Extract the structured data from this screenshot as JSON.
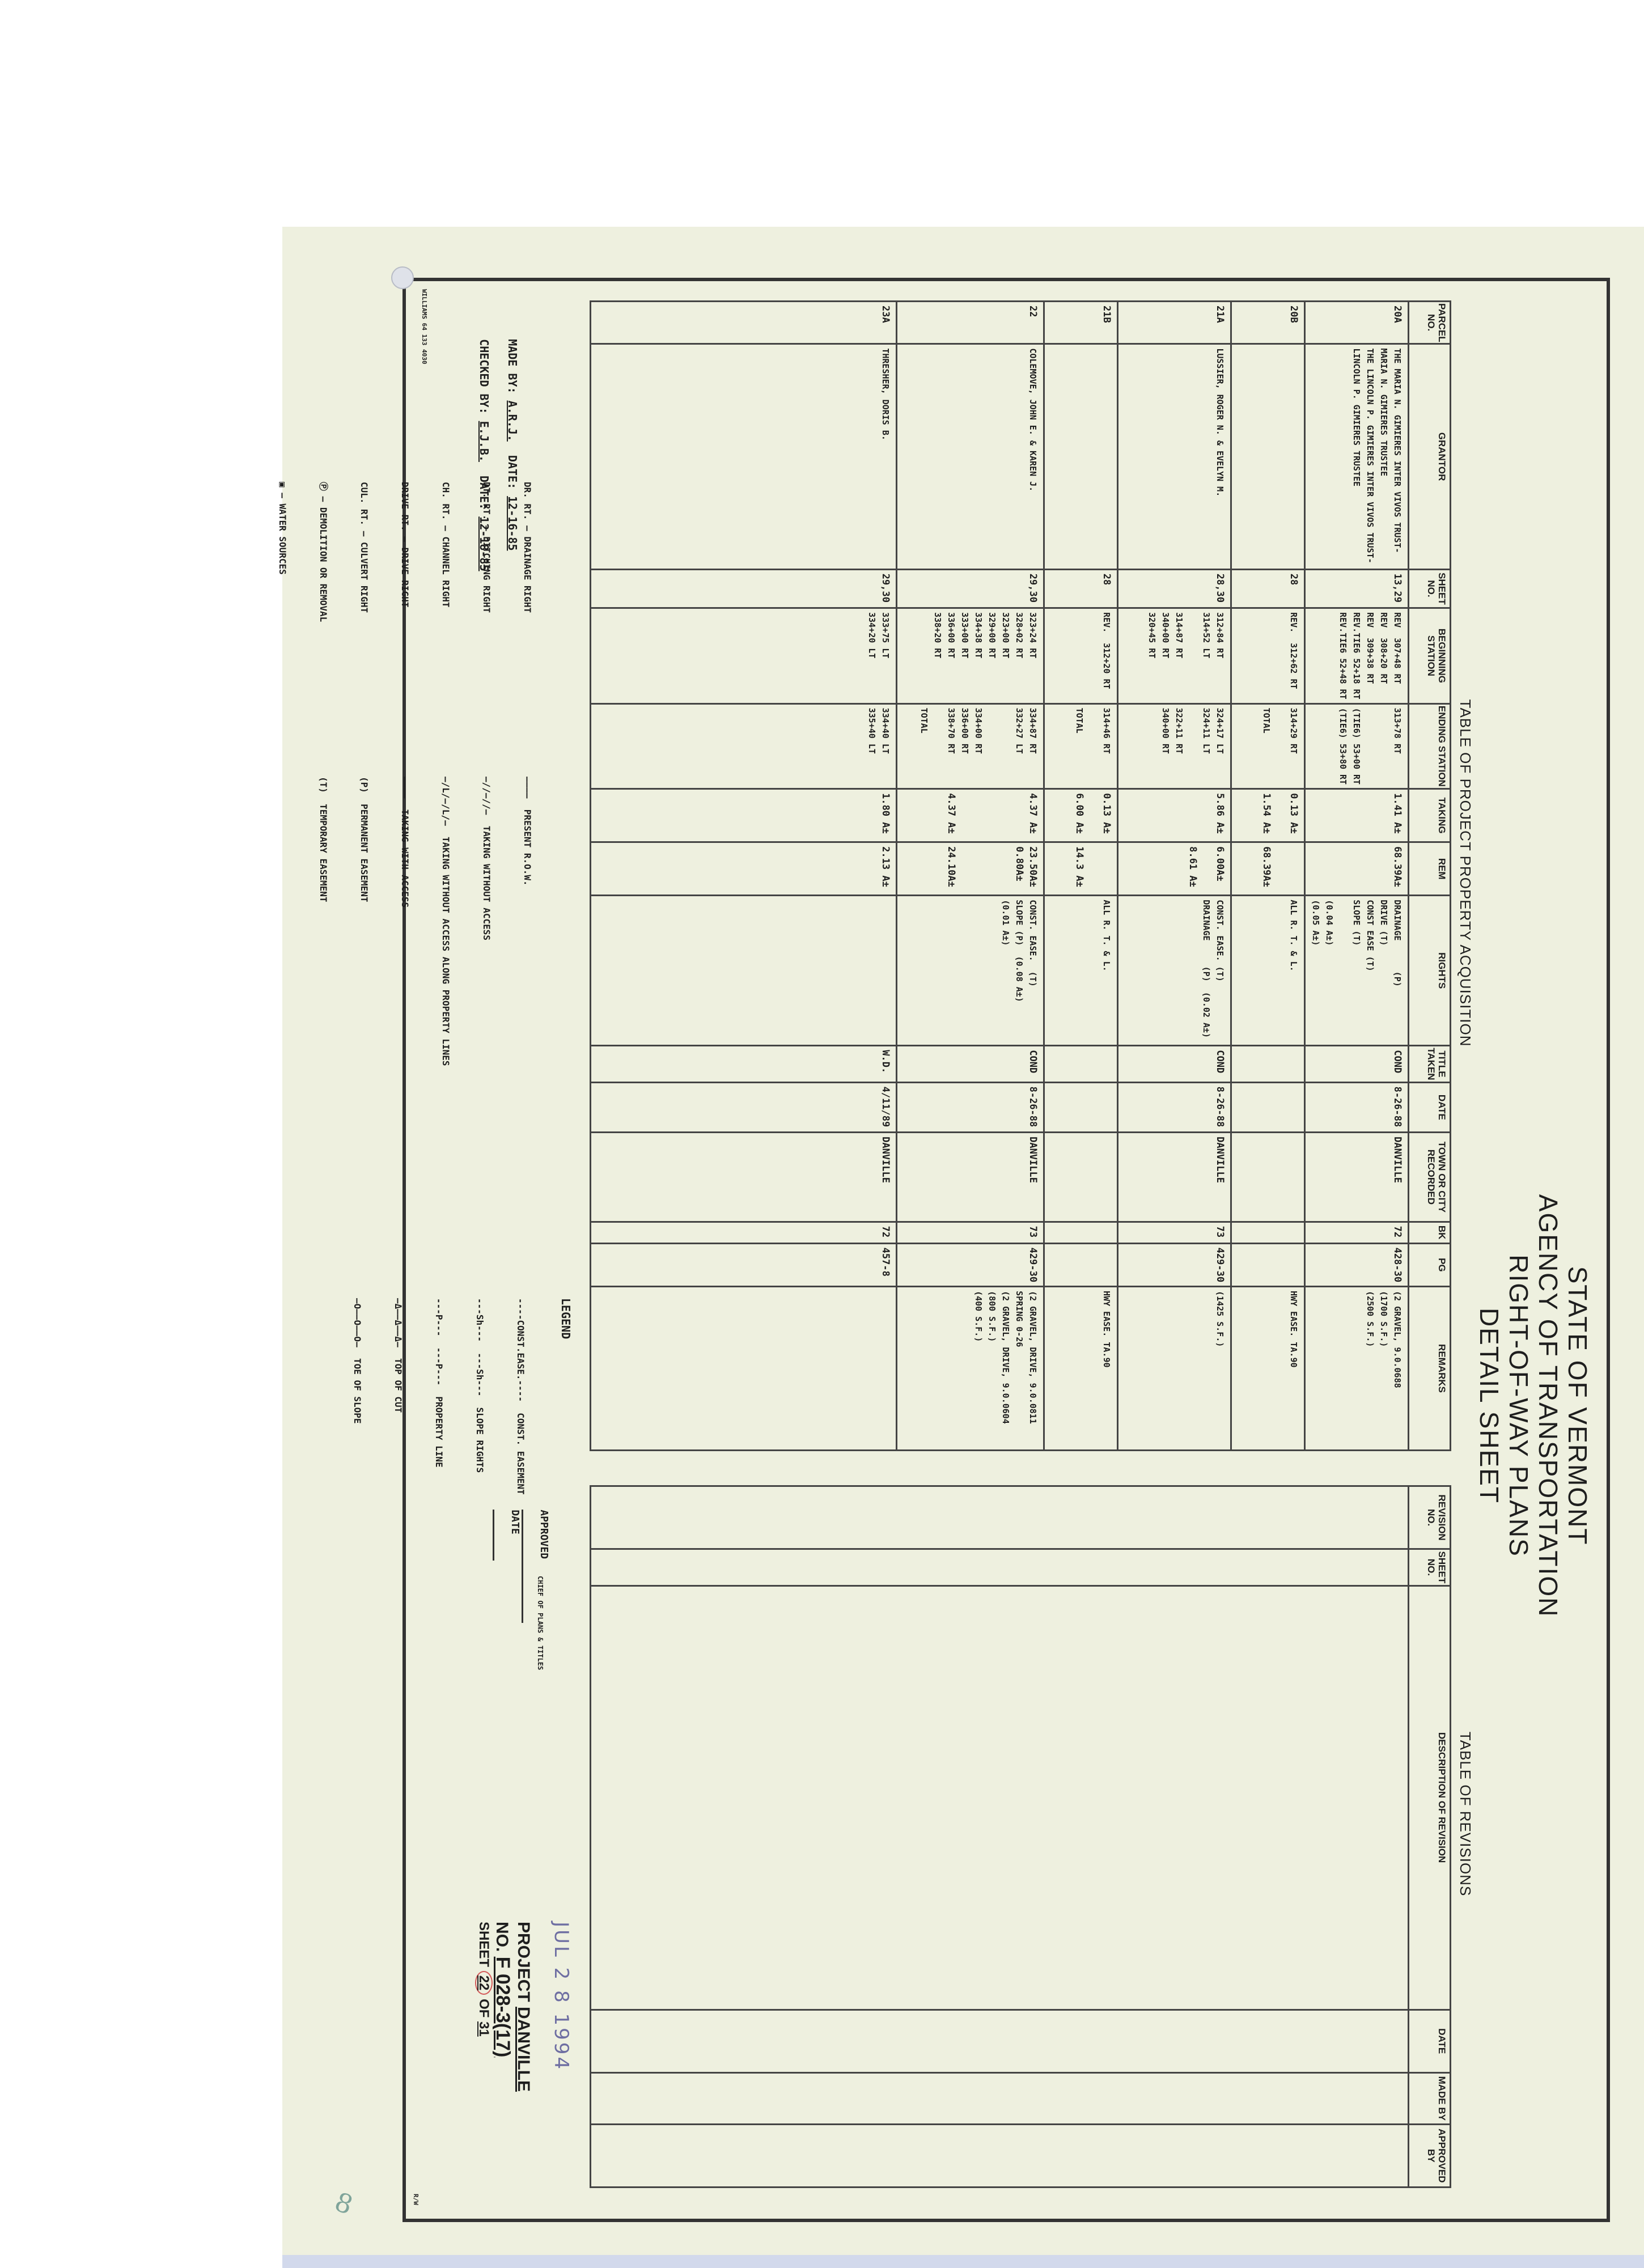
{
  "header": {
    "state": "STATE OF VERMONT",
    "agency": "AGENCY OF TRANSPORTATION",
    "plans": "RIGHT-OF-WAY PLANS",
    "sheet_type": "DETAIL  SHEET"
  },
  "acquisition_table": {
    "title": "TABLE OF PROJECT PROPERTY ACQUISITION",
    "columns": [
      "PARCEL NO.",
      "GRANTOR",
      "SHEET NO.",
      "BEGINNING STATION",
      "ENDING STATION",
      "TAKING",
      "REM",
      "RIGHTS",
      "TITLE TAKEN",
      "DATE",
      "TOWN OR CITY RECORDED",
      "BK",
      "PG",
      "REMARKS"
    ],
    "rows": [
      {
        "parcel": "20A",
        "grantor": "THE MARIA N. GIMIERES INTER VIVOS TRUST-\nMARIA N. GIMIERES TRUSTEE\nTHE LINCOLN P. GIMIERES INTER VIVOS TRUST-\nLINCOLN P. GIMIERES TRUSTEE",
        "sheet": "13,29",
        "begin": "REV  307+48 RT\nREV  308+20 RT\nREV  309+38 RT\nREV.TIE6 52+18 RT\nREV.TIE6 52+48 RT",
        "end": "313+78 RT\n\n\n(TIE6) 53+00 RT\n(TIE6) 53+80 RT",
        "taking": "1.41 A±",
        "rem": "68.39A±",
        "rights": "DRAINAGE      (P)\nDRIVE (T)\nCONST EASE (T)\nSLOPE (T)",
        "rights2": "\n\n(0.04 A±)\n(0.05 A±)",
        "title_taken": "COND",
        "date": "8-26-88",
        "town": "DANVILLE",
        "bk": "72",
        "pg": "428-30",
        "remarks": "(2 GRAVEL, 9.0.0688\n(1700 S.F.)\n(2500 S.F.)"
      },
      {
        "parcel": "20B",
        "grantor": "",
        "sheet": "28",
        "begin": "REV.  312+62 RT",
        "end": "314+29 RT\n\nTOTAL",
        "taking": "0.13 A±\n\n1.54 A±",
        "rem": "\n\n68.39A±",
        "rights": "ALL R. T. & L.",
        "rights2": "",
        "title_taken": "",
        "date": "",
        "town": "",
        "bk": "",
        "pg": "",
        "remarks": "HWY EASE. TA.90"
      },
      {
        "parcel": "21A",
        "grantor": "LUSSIER, ROGER N. & EVELYN M.",
        "sheet": "28,30",
        "begin": "312+84 RT\n314+52 LT\n\n314+87 RT\n340+00 RT\n320+45 RT",
        "end": "324+17 LT\n324+11 LT\n\n322+11 RT\n340+00 RT\n",
        "taking": "5.86 A±",
        "rem": "6.00A±\n\n8.61 A±",
        "rights": "CONST. EASE. (T)\nDRAINAGE     (P)",
        "rights2": "(0.02 A±)",
        "title_taken": "COND",
        "date": "8-26-88",
        "town": "DANVILLE",
        "bk": "73",
        "pg": "429-30",
        "remarks": "(1425 S.F.)"
      },
      {
        "parcel": "21B",
        "grantor": "",
        "sheet": "28",
        "begin": "REV.  312+20 RT",
        "end": "314+46 RT\n\nTOTAL",
        "taking": "0.13 A±\n\n6.00 A±",
        "rem": "\n\n14.3 A±",
        "rights": "ALL R. T. & L.",
        "rights2": "",
        "title_taken": "",
        "date": "",
        "town": "",
        "bk": "",
        "pg": "",
        "remarks": "HWY EASE. TA.90"
      },
      {
        "parcel": "22",
        "grantor": "COLEMOVE, JOHN E. & KAREN J.",
        "sheet": "29,30",
        "begin": "323+24 RT\n328+02 RT\n323+00 RT\n329+00 RT\n334+38 RT\n333+00 RT\n336+00 RT\n338+20 RT",
        "end": "334+87 RT\n332+27 LT\n\n\n334+00 RT\n336+00 RT\n338+70 RT\n\nTOTAL",
        "taking": "4.37 A±\n\n\n\n\n\n4.37 A±",
        "rem": "23.50A±\n0.80A±\n\n\n\n\n24.10A±",
        "rights": "CONST. EASE.  (T)\nSLOPE (P)",
        "rights2": "(0.08 A±)\n(0.01 A±)",
        "title_taken": "COND",
        "date": "8-26-88",
        "town": "DANVILLE",
        "bk": "73",
        "pg": "429-30",
        "remarks": "(2 GRAVEL, DRIVE, 9.0.0811\nSPRING 0-26\n(2 GRAVEL, DRIVE, 9.0.0604\n(800 S.F.)\n(400 S.F.)"
      },
      {
        "parcel": "23A",
        "grantor": "THRESHER, DORIS B.",
        "sheet": "29,30",
        "begin": "333+75 LT\n334+20 LT",
        "end": "334+40 LT\n335+40 LT",
        "taking": "1.80 A±",
        "rem": "2.13 A±",
        "rights": "",
        "rights2": "",
        "title_taken": "W.D.",
        "date": "4/11/89",
        "town": "DANVILLE",
        "bk": "72",
        "pg": "457-8",
        "remarks": ""
      }
    ]
  },
  "revisions_table": {
    "title": "TABLE OF REVISIONS",
    "columns": [
      "REVISION NO.",
      "SHEET NO.",
      "DESCRIPTION OF REVISION",
      "DATE",
      "MADE BY",
      "APPROVED BY"
    ]
  },
  "made_by": {
    "label": "MADE BY",
    "initials": "A.R.J.",
    "date_label": "DATE",
    "date": "12-16-85"
  },
  "checked_by": {
    "label": "CHECKED BY",
    "initials": "E.J.B.",
    "date_label": "DATE",
    "date": "12-18-85"
  },
  "abbreviations": [
    "DR. RT. – DRAINAGE RIGHT",
    "DT. RT. – DITCHING RIGHT",
    "CH. RT. – CHANNEL RIGHT",
    "DRIVE RT. – DRIVE RIGHT",
    "CUL. RT. – CULVERT RIGHT",
    "– DEMOLITION OR REMOVAL",
    "– WATER SOURCES"
  ],
  "legend": {
    "title": "LEGEND",
    "left": [
      "PRESENT R.O.W.",
      "TAKING WITHOUT ACCESS",
      "TAKING WITHOUT ACCESS ALONG PROPERTY LINES",
      "TAKING WITH ACCESS",
      "PERMANENT EASEMENT",
      "TEMPORARY EASEMENT"
    ],
    "left_codes": [
      "",
      "",
      "",
      "",
      "(P)",
      "(T)"
    ],
    "right": [
      "CONST. EASEMENT",
      "SLOPE RIGHTS",
      "PROPERTY LINE",
      "TOP OF CUT",
      "TOE OF SLOPE"
    ],
    "right_symbols": [
      "----CONST.EASE.----",
      "---Sh---  ---Sh---",
      "---P---  ---P---",
      "—Δ——Δ——Δ—",
      "—O——O——O—"
    ]
  },
  "approval": {
    "label": "APPROVED",
    "caption": "CHIEF OF PLANS & TITLES",
    "date_label": "DATE"
  },
  "stamp_date": "JUL 2 8 1994",
  "project": {
    "project_label": "PROJECT",
    "project_name": "DANVILLE",
    "no_label": "NO.",
    "number": "F 028-3(17)",
    "sheet_label": "SHEET",
    "sheet_no": "22",
    "of_label": "OF",
    "sheet_total": "31"
  },
  "form_code": "WILLIAMS 64 133 4030",
  "corner_note": "R/W",
  "margin_mark": "8"
}
